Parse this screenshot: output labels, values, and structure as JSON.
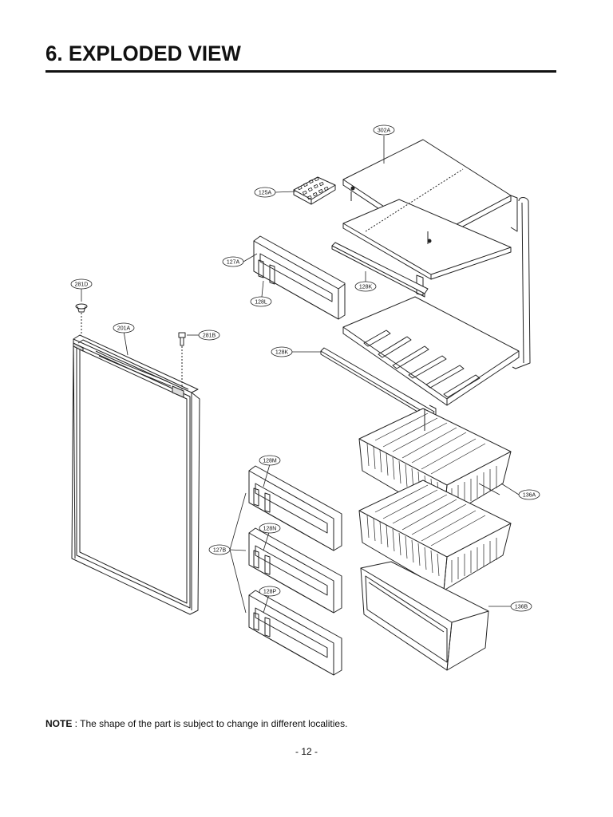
{
  "header": {
    "title": "6. EXPLODED VIEW"
  },
  "callouts": {
    "c302A": "302A",
    "c125A": "125A",
    "c127A": "127A",
    "c128K_top": "128K",
    "c128L": "128L",
    "c281D": "281D",
    "c201A": "201A",
    "c281B": "281B",
    "c128K_mid": "128K",
    "c128M": "128M",
    "c127B": "127B",
    "c128N": "128N",
    "c128P": "128P",
    "c136A": "136A",
    "c136B": "136B"
  },
  "footer": {
    "note_label": "NOTE",
    "note_text": " : The shape of the part is subject to change in different localities.",
    "page_number": "- 12 -"
  }
}
